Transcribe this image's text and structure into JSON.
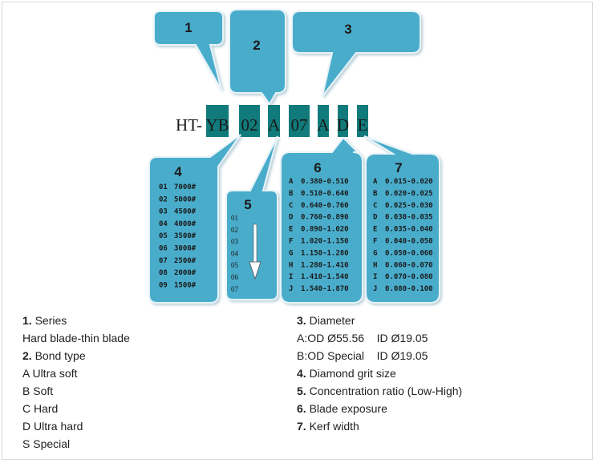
{
  "code": {
    "prefix": "HT-",
    "parts": [
      "YB",
      "02",
      "A",
      "07",
      "A",
      "D",
      "E"
    ]
  },
  "callouts": {
    "c1": "1",
    "c2": "2",
    "c3": "3",
    "c4": "4",
    "c5": "5",
    "c6": "6",
    "c7": "7"
  },
  "grit_table": [
    [
      "01",
      "7000#"
    ],
    [
      "02",
      "5000#"
    ],
    [
      "03",
      "4500#"
    ],
    [
      "04",
      "4000#"
    ],
    [
      "05",
      "3500#"
    ],
    [
      "06",
      "3000#"
    ],
    [
      "07",
      "2500#"
    ],
    [
      "08",
      "2000#"
    ],
    [
      "09",
      "1500#"
    ]
  ],
  "concentration_codes": [
    "01",
    "02",
    "03",
    "04",
    "05",
    "06",
    "07"
  ],
  "exposure_table": [
    [
      "A",
      "0.380-0.510"
    ],
    [
      "B",
      "0.510-0.640"
    ],
    [
      "C",
      "0.640-0.760"
    ],
    [
      "D",
      "0.760-0.890"
    ],
    [
      "E",
      "0.890-1.020"
    ],
    [
      "F",
      "1.020-1.150"
    ],
    [
      "G",
      "1.150-1.280"
    ],
    [
      "H",
      "1.280-1.410"
    ],
    [
      "I",
      "1.410-1.540"
    ],
    [
      "J",
      "1.540-1.870"
    ]
  ],
  "kerf_table": [
    [
      "A",
      "0.015-0.020"
    ],
    [
      "B",
      "0.020-0.025"
    ],
    [
      "C",
      "0.025-0.030"
    ],
    [
      "D",
      "0.030-0.035"
    ],
    [
      "E",
      "0.035-0.040"
    ],
    [
      "F",
      "0.040-0.050"
    ],
    [
      "G",
      "0.050-0.060"
    ],
    [
      "H",
      "0.060-0.070"
    ],
    [
      "I",
      "0.070-0.080"
    ],
    [
      "J",
      "0.080-0.100"
    ]
  ],
  "legend_left": [
    {
      "num": "1.",
      "text": " Series"
    },
    {
      "num": "",
      "text": "Hard blade-thin blade"
    },
    {
      "num": "2.",
      "text": " Bond type"
    },
    {
      "num": "",
      "text": "A Ultra soft"
    },
    {
      "num": "",
      "text": "B Soft"
    },
    {
      "num": "",
      "text": "C Hard"
    },
    {
      "num": "",
      "text": "D Ultra hard"
    },
    {
      "num": "",
      "text": "S Special"
    }
  ],
  "legend_right": [
    {
      "num": "3.",
      "text": " Diameter"
    },
    {
      "num": "",
      "text": "A:OD Ø55.56    ID Ø19.05"
    },
    {
      "num": "",
      "text": "B:OD Special    ID Ø19.05"
    },
    {
      "num": "4.",
      "text": " Diamond grit size"
    },
    {
      "num": "5.",
      "text": " Concentration ratio (Low-High)"
    },
    {
      "num": "6.",
      "text": " Blade exposure"
    },
    {
      "num": "7.",
      "text": " Kerf width"
    }
  ],
  "colors": {
    "bubble": "#4aaccb",
    "bubble_edge": "#e6f3f8",
    "code_box": "#117a7a",
    "code_text": "#1a1a1a"
  }
}
